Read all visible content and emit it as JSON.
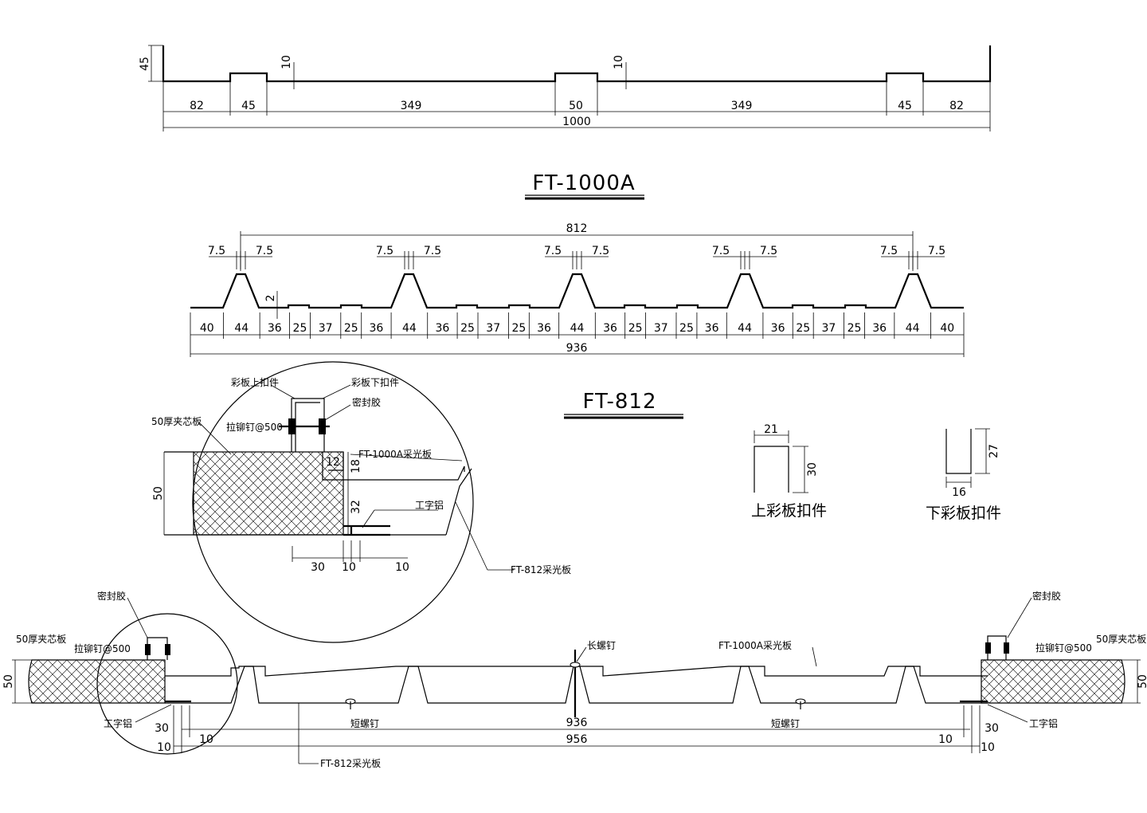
{
  "top_profile": {
    "height_dim": "45",
    "rib_height_dims": [
      "10",
      "10"
    ],
    "segments": [
      "82",
      "45",
      "349",
      "50",
      "349",
      "45",
      "82"
    ],
    "total": "1000"
  },
  "title_ft1000a": "FT-1000A",
  "mid_profile": {
    "total_top": "812",
    "rib_dims": [
      "7.5",
      "7.5"
    ],
    "small_height": "2",
    "segments": [
      "40",
      "44",
      "36",
      "25",
      "37",
      "25",
      "36",
      "44",
      "36",
      "25",
      "37",
      "25",
      "36",
      "44",
      "36",
      "25",
      "37",
      "25",
      "36",
      "44",
      "36",
      "25",
      "37",
      "25",
      "36",
      "44",
      "40"
    ],
    "total": "936"
  },
  "title_ft812": "FT-812",
  "detail": {
    "label_upper_clip": "彩板上扣件",
    "label_lower_clip": "彩板下扣件",
    "label_sealant": "密封胶",
    "label_panel": "50厚夹芯板",
    "label_rivet": "拉铆钉@500",
    "label_ft1000a": "FT-1000A采光板",
    "label_ibeam": "工字铝",
    "label_ft812": "FT-812采光板",
    "height_dim": "50",
    "dim_12": "12",
    "dim_18": "18",
    "dim_32": "32",
    "bottom_dims": [
      "30",
      "10",
      "10"
    ]
  },
  "clip_upper": {
    "width": "21",
    "height": "30",
    "caption": "上彩板扣件"
  },
  "clip_lower": {
    "width": "16",
    "height": "27",
    "caption": "下彩板扣件"
  },
  "assembly": {
    "label_sealant": "密封胶",
    "label_panel": "50厚夹芯板",
    "label_rivet": "拉铆钉@500",
    "label_ibeam": "工字铝",
    "label_long_screw": "长螺钉",
    "label_short_screw": "短螺钉",
    "label_ft1000a": "FT-1000A采光板",
    "label_ft812": "FT-812采光板",
    "height_dim": "50",
    "dim_936": "936",
    "dim_956": "956",
    "left_dims": [
      "30",
      "10",
      "10"
    ],
    "right_dims": [
      "10",
      "30",
      "10"
    ]
  }
}
